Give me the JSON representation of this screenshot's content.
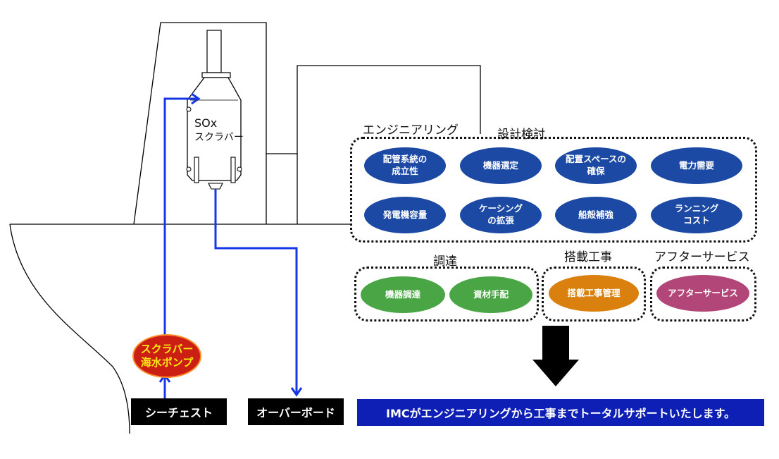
{
  "scrubber": {
    "line1": "SOx",
    "line2": "スクラバー"
  },
  "pump": {
    "label": "スクラバー\n海水ポンプ"
  },
  "labels": {
    "sea_chest": "シーチェスト",
    "overboard": "オーバーボード"
  },
  "banner": "IMCがエンジニアリングから工事までトータルサポートいたします。",
  "engineering": {
    "title": "エンジニアリング",
    "subtitle": "設計検討",
    "items": [
      "配管系統の\n成立性",
      "機器選定",
      "配置スペースの\n確保",
      "電力需要",
      "発電機容量",
      "ケーシング\nの拡張",
      "船殻補強",
      "ランニング\nコスト"
    ]
  },
  "procurement": {
    "title": "調達",
    "items": [
      "機器調達",
      "資材手配"
    ]
  },
  "installation": {
    "title": "搭載工事",
    "items": [
      "搭載工事管理"
    ]
  },
  "after_service": {
    "title": "アフターサービス",
    "items": [
      "アフターサービス"
    ]
  },
  "colors": {
    "navy": "#1b49a3",
    "green": "#4aa545",
    "orange": "#d9800f",
    "magenta": "#b24678",
    "pipe": "#1736e6",
    "banner": "#0d1fb5"
  }
}
